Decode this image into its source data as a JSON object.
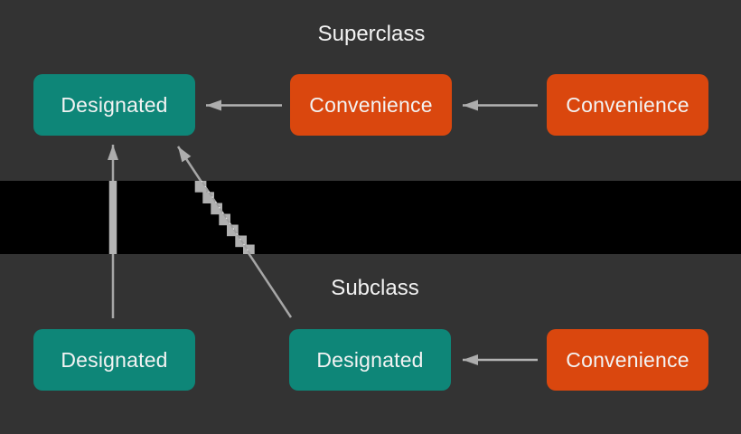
{
  "diagram": {
    "sections": [
      {
        "id": "superclass",
        "title": "Superclass",
        "nodes": [
          {
            "id": "superclass-designated",
            "label": "Designated",
            "role": "designated"
          },
          {
            "id": "superclass-convenience-1",
            "label": "Convenience",
            "role": "convenience"
          },
          {
            "id": "superclass-convenience-2",
            "label": "Convenience",
            "role": "convenience"
          }
        ]
      },
      {
        "id": "subclass",
        "title": "Subclass",
        "nodes": [
          {
            "id": "subclass-designated-1",
            "label": "Designated",
            "role": "designated"
          },
          {
            "id": "subclass-designated-2",
            "label": "Designated",
            "role": "designated"
          },
          {
            "id": "subclass-convenience",
            "label": "Convenience",
            "role": "convenience"
          }
        ]
      }
    ],
    "edges": [
      {
        "from": "superclass-convenience-1",
        "to": "superclass-designated",
        "kind": "delegates-across"
      },
      {
        "from": "superclass-convenience-2",
        "to": "superclass-convenience-1",
        "kind": "delegates-across"
      },
      {
        "from": "subclass-convenience",
        "to": "subclass-designated-2",
        "kind": "delegates-across"
      },
      {
        "from": "subclass-designated-1",
        "to": "superclass-designated",
        "kind": "delegates-up"
      },
      {
        "from": "subclass-designated-2",
        "to": "superclass-designated",
        "kind": "delegates-up"
      }
    ]
  },
  "colors": {
    "background": "#333333",
    "divider": "#000000",
    "designated": "#0E8678",
    "convenience": "#DA470E",
    "arrow": "#ADADAD",
    "label-text": "#F3F3F3"
  }
}
